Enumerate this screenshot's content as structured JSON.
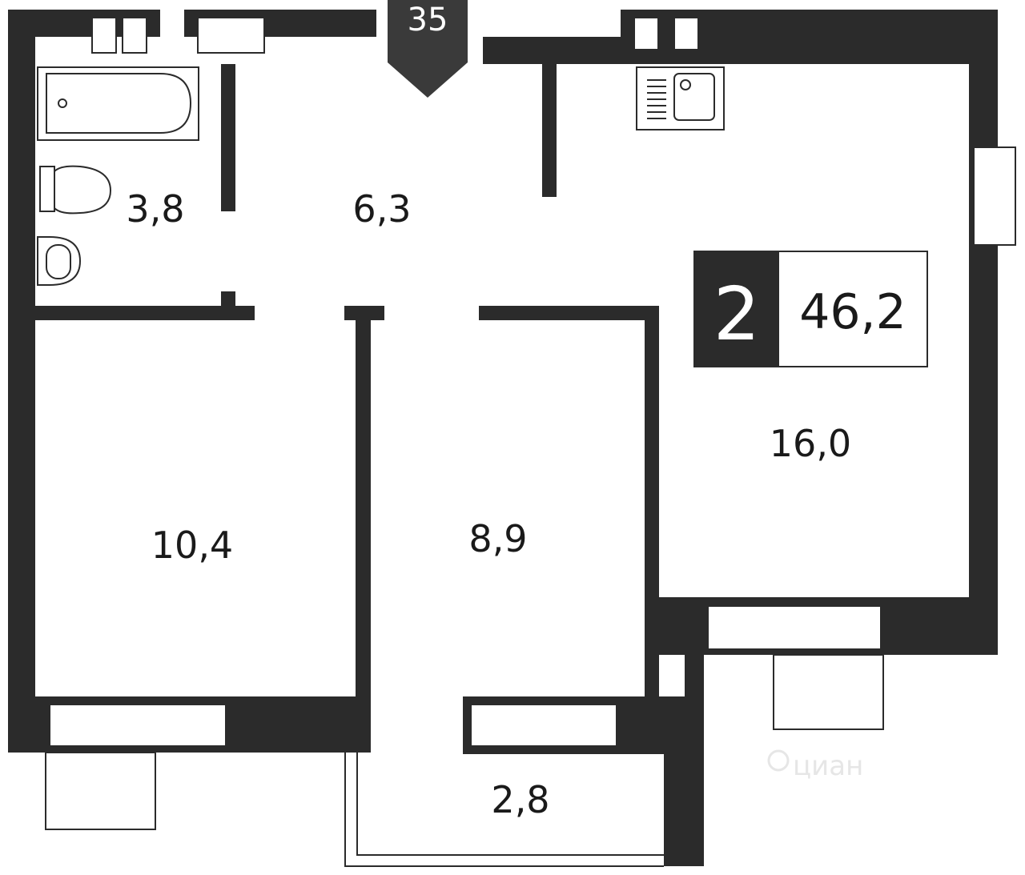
{
  "plan": {
    "entrance_marker": "35",
    "summary": {
      "rooms": "2",
      "total_area": "46,2"
    },
    "rooms": [
      {
        "id": "bathroom",
        "area": "3,8"
      },
      {
        "id": "hallway",
        "area": "6,3"
      },
      {
        "id": "kitchen-living",
        "area": "16,0"
      },
      {
        "id": "bedroom-left",
        "area": "10,4"
      },
      {
        "id": "bedroom-middle",
        "area": "8,9"
      },
      {
        "id": "balcony",
        "area": "2,8"
      }
    ],
    "watermark": "циан"
  },
  "colors": {
    "wall": "#2b2b2b",
    "background": "#ffffff",
    "text": "#1a1a1a",
    "marker": "#3a3a3a"
  }
}
